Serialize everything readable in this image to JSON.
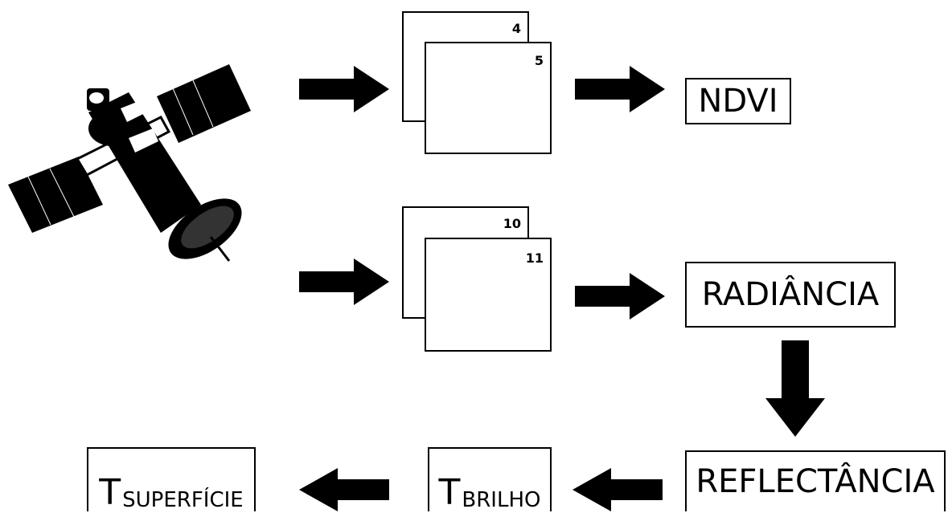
{
  "satellite": {
    "icon": "satellite-icon"
  },
  "band_stacks": [
    {
      "back_band": "4",
      "front_band": "5"
    },
    {
      "back_band": "10",
      "front_band": "11"
    }
  ],
  "outputs": {
    "ndvi": "NDVI",
    "radiancia": "RADIÂNCIA",
    "reflectancia": "REFLECTÂNCIA",
    "t_brilho": {
      "symbol": "T",
      "subscript": "BRILHO"
    },
    "t_superficie": {
      "symbol": "T",
      "subscript": "SUPERFÍCIE"
    }
  },
  "colors": {
    "ink": "#000000",
    "background": "#ffffff"
  }
}
